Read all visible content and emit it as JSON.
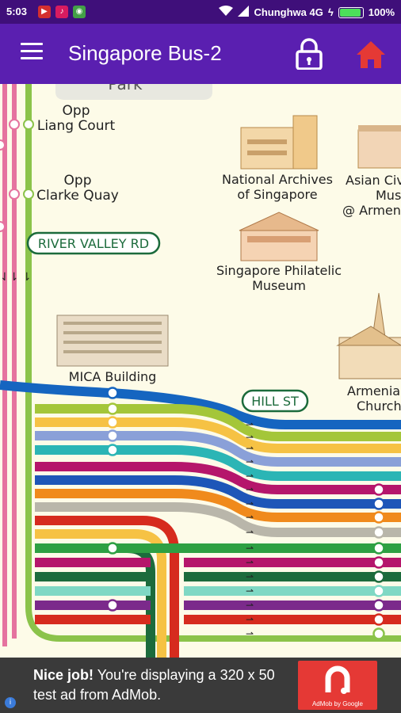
{
  "status_bar": {
    "time": "5:03",
    "carrier": "Chunghwa 4G",
    "battery": "100%",
    "notification_icons": [
      "youtube-notification-icon",
      "tiktok-notification-icon",
      "app-notification-icon"
    ]
  },
  "app_bar": {
    "title": "Singapore Bus-2",
    "menu_icon": "hamburger-menu-icon",
    "lock_icon": "lock-icon",
    "home_icon": "home-icon"
  },
  "map": {
    "labels": {
      "park_partial": "Park",
      "liang_court_1": "Opp",
      "liang_court_2": "Liang Court",
      "clarke_quay_1": "Opp",
      "clarke_quay_2": "Clarke Quay",
      "river_valley_rd": "RIVER VALLEY RD",
      "national_archives_1": "National Archives",
      "national_archives_2": "of Singapore",
      "asian_civ_1": "Asian Civi",
      "asian_civ_2": "Muse",
      "asian_civ_3": "@ Armen",
      "philatelic_1": "Singapore Philatelic",
      "philatelic_2": "Museum",
      "mica": "MICA Building",
      "hill_st": "HILL ST",
      "armenian_1": "Armenia",
      "armenian_2": "Church"
    },
    "colors": {
      "blue": "#1565c0",
      "lime": "#a4c639",
      "yellow": "#f6c244",
      "periwinkle": "#8aa0d8",
      "teal": "#2bb5b5",
      "magenta": "#b5166b",
      "navy": "#1e56b8",
      "orange": "#f08a1c",
      "grey": "#b9b6aa",
      "red": "#d62b1e",
      "green": "#2ea043",
      "pink": "#e5739f",
      "mint": "#7fd8c4",
      "dkgreen": "#1c6b3c",
      "purple": "#7b2a8b",
      "lightgreen": "#8bc34a"
    }
  },
  "ad": {
    "bold": "Nice job!",
    "line1_rest": " You're displaying a 320 x 50",
    "line2": "test ad from AdMob.",
    "brand": "AdMob by Google",
    "info_icon": "info-icon"
  }
}
